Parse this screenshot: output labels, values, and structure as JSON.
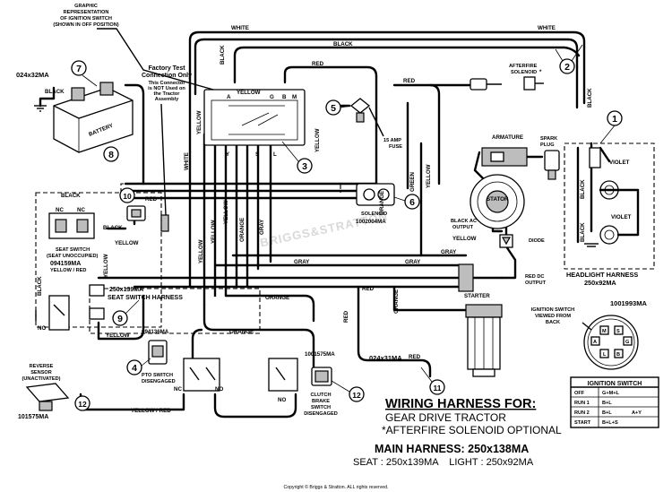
{
  "labels": {
    "graphic_rep": [
      "GRAPHIC",
      "REPRESENTATION",
      "OF IGNITION SWITCH",
      "(SHOWN IN OFF POSITION)"
    ],
    "battery_part": "024x32MA",
    "battery": "BATTERY",
    "black": "BLACK",
    "white": "WHITE",
    "red": "RED",
    "yellow": "YELLOW",
    "violet": "VIOLET",
    "orange": "ORANGE",
    "gray": "GRAY",
    "green": "GREEN",
    "yellow_red": "YELLOW / RED",
    "factory_test": [
      "Factory Test",
      "Connection Only"
    ],
    "factory_note": [
      "This Connector",
      "is NOT Used on",
      "the Tractor",
      "Assembly"
    ],
    "afterfire": [
      "AFTERFIRE",
      "SOLENOID"
    ],
    "asterisk": "*",
    "fuse": [
      "15 AMP",
      "FUSE"
    ],
    "armature": "ARMATURE",
    "spark_plug": [
      "SPARK",
      "PLUG"
    ],
    "stator": "STATOR",
    "solenoid": "SOLENOID",
    "solenoid_part": "1002004MA",
    "black_ac": [
      "BLACK AC",
      "OUTPUT"
    ],
    "diode": "DIODE",
    "red_dc": [
      "RED DC",
      "OUTPUT"
    ],
    "headlight_harness": "HEADLIGHT HARNESS",
    "headlight_part": "250x92MA",
    "seat_switch": [
      "SEAT SWITCH",
      "(SEAT UNOCCUPIED)"
    ],
    "seat_switch_part": "094159MA",
    "seat_harness_part": "250x139MA",
    "seat_harness": "SEAT SWITCH HARNESS",
    "nc": "NC",
    "no": "NO",
    "pto_part": "094136MA",
    "pto_switch": [
      "PTO SWITCH",
      "DISENGAGED"
    ],
    "starter": "STARTER",
    "starter_part": "024x31MA",
    "brake_part": "1001575MA",
    "brake_switch": [
      "CLUTCH",
      "BRAKE",
      "SWITCH",
      "DISENGAGED"
    ],
    "reverse_sensor": [
      "REVERSE",
      "SENSOR",
      "(UNACTIVATED)"
    ],
    "reverse_part": "101575MA",
    "ign_view": [
      "IGNITION SWITCH",
      "VIEWED FROM",
      "BACK"
    ],
    "ign_part": "1001993MA",
    "ign_terminals": [
      "M",
      "S",
      "A",
      "G",
      "L",
      "B"
    ],
    "switch_terms": [
      "A",
      "G",
      "B",
      "M",
      "Y",
      "S",
      "L"
    ],
    "watermark": "BRIGGS&STRATTON"
  },
  "callouts": [
    "1",
    "2",
    "3",
    "4",
    "5",
    "6",
    "7",
    "8",
    "9",
    "10",
    "11",
    "12",
    "12"
  ],
  "ignition_table": {
    "title": "IGNITION SWITCH",
    "rows": [
      [
        "OFF",
        "G+M+L",
        ""
      ],
      [
        "RUN 1",
        "B+L",
        ""
      ],
      [
        "RUN 2",
        "B+L",
        "A+Y"
      ],
      [
        "START",
        "B+L+S",
        ""
      ]
    ]
  },
  "titles": {
    "line1": "WIRING HARNESS FOR:",
    "line2": "GEAR DRIVE TRACTOR",
    "line3": "*AFTERFIRE SOLENOID OPTIONAL",
    "line4": "MAIN HARNESS: 250x138MA",
    "line5": "SEAT : 250x139MA    LIGHT : 250x92MA"
  },
  "copyright": "Copyright © Briggs & Stratton. ALL rights reserved."
}
